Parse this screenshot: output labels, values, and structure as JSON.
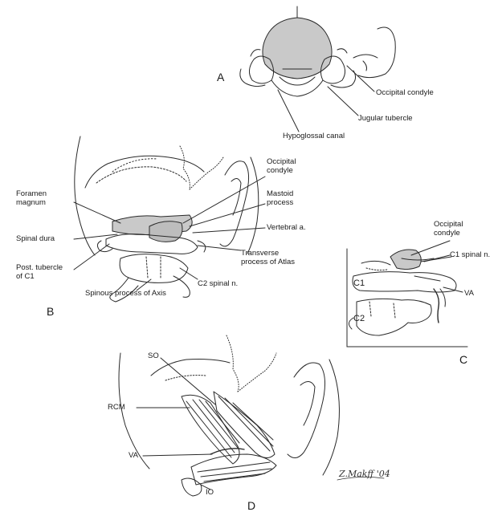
{
  "panels": {
    "a": "A",
    "b": "B",
    "c": "C",
    "d": "D"
  },
  "labels_a": {
    "occipital_condyle": "Occipital condyle",
    "jugular_tubercle": "Jugular tubercle",
    "hypoglossal_canal": "Hypoglossal canal"
  },
  "labels_b": {
    "occipital_condyle": "Occipital\ncondyle",
    "foramen_magnum": "Foramen\nmagnum",
    "mastoid_process": "Mastoid\nprocess",
    "spinal_dura": "Spinal dura",
    "vertebral_a": "Vertebral a.",
    "post_tubercle": "Post. tubercle\nof C1",
    "transverse_process": "Transverse\nprocess of Atlas",
    "c2_spinal_n": "C2 spinal n.",
    "spinous_process": "Spinous process of Axis"
  },
  "labels_c": {
    "occipital_condyle": "Occipital\ncondyle",
    "c1_spinal_n": "C1 spinal n.",
    "c1": "C1",
    "va": "VA",
    "c2": "C2"
  },
  "labels_d": {
    "so": "SO",
    "rcm": "RCM",
    "va": "VA",
    "io": "IO"
  },
  "signature": "Z.Makff '04",
  "colors": {
    "line": "#2a2a2a",
    "shade": "#c9c9c9",
    "background": "#ffffff"
  }
}
